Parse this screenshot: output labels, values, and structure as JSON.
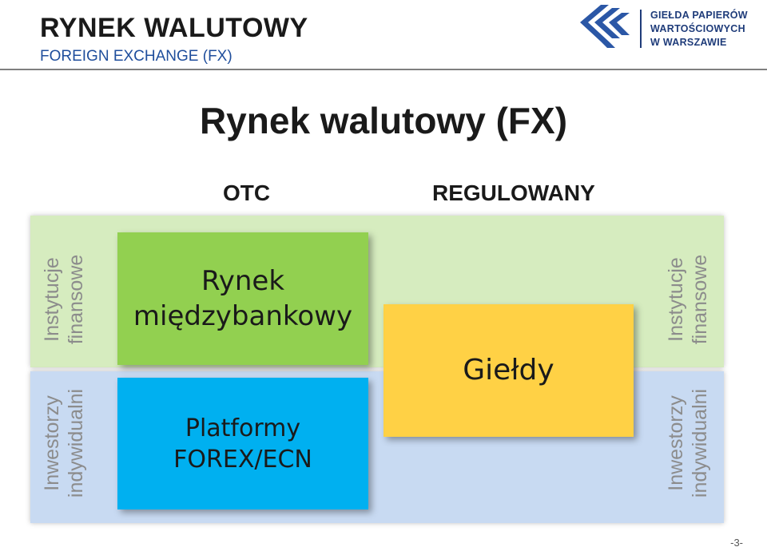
{
  "header": {
    "title": "RYNEK WALUTOWY",
    "subtitle": "FOREIGN EXCHANGE (FX)"
  },
  "logo": {
    "icon": "gpw-logo-icon",
    "line1": "GIEŁDA PAPIERÓW",
    "line2": "WARTOŚCIOWYCH",
    "line3": "W WARSZAWIE"
  },
  "diagram": {
    "title": "Rynek walutowy (FX)",
    "columns": [
      "OTC",
      "REGULOWANY"
    ],
    "row_labels_left": [
      [
        "Instytucje",
        "finansowe"
      ],
      [
        "Inwestorzy",
        "indywidualni"
      ]
    ],
    "row_labels_right": [
      [
        "Instytucje",
        "finansowe"
      ],
      [
        "Inwestorzy",
        "indywidualni"
      ]
    ],
    "boxes": [
      {
        "lines": [
          "Rynek",
          "międzybankowy"
        ],
        "color": "#92d050"
      },
      {
        "lines": [
          "Platformy",
          "FOREX/ECN"
        ],
        "color": "#00b0f0"
      },
      {
        "lines": [
          "Giełdy"
        ],
        "color": "#ffd145"
      }
    ],
    "band_colors": {
      "financial": "#d6ecbf",
      "individual": "#c8daf2"
    }
  },
  "footer": {
    "page_number": "-3-"
  }
}
